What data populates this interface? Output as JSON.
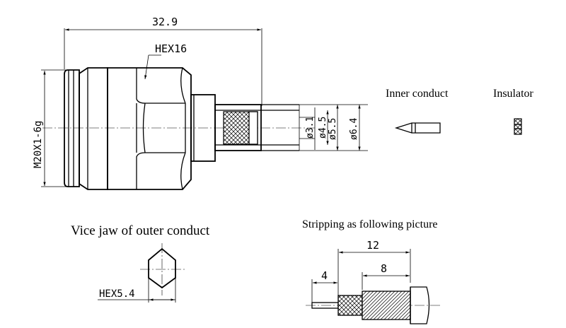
{
  "main_view": {
    "overall_length": "32.9",
    "hex_label": "HEX16",
    "thread_label": "M20X1-6g",
    "dia_3_1": "ø3.1",
    "dia_4_5": "ø4.5",
    "dia_5_5": "ø5.5",
    "dia_6_4": "ø6.4"
  },
  "parts": {
    "inner_conductor_label": "Inner conduct",
    "insulator_label": "Insulator"
  },
  "vice_jaw": {
    "title": "Vice jaw of outer conduct",
    "hex_label": "HEX5.4"
  },
  "stripping": {
    "title": "Stripping as following picture",
    "dim_total": "12",
    "dim_braid": "8",
    "dim_pin": "4"
  }
}
